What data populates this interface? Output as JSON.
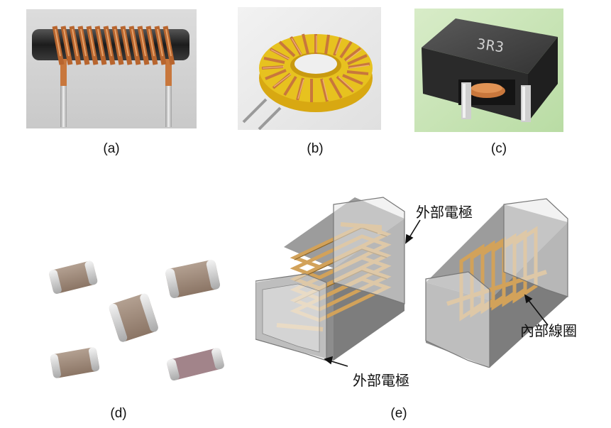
{
  "captions": {
    "a": "(a)",
    "b": "(b)",
    "c": "(c)",
    "d": "(d)",
    "e": "(e)"
  },
  "panel_c": {
    "chip_marking": "3R3"
  },
  "panel_e": {
    "label_outer_electrode_top": "外部電極",
    "label_outer_electrode_bottom": "外部電極",
    "label_inner_coil": "內部線圈"
  },
  "colors": {
    "copper": "#c8773c",
    "ferrite_core": "#2b2b2b",
    "toroid_yellow": "#e7c21f",
    "smd_body": "#3a3a3a",
    "chip_ceramic": "#9a8373",
    "chip_terminal": "#d9d9d9",
    "coil_gold": "#d2a25a"
  },
  "icons": [
    "axial-inductor-image",
    "toroidal-inductor-image",
    "smd-power-inductor-image",
    "chip-inductor-image",
    "multilayer-inductor-diagram"
  ]
}
